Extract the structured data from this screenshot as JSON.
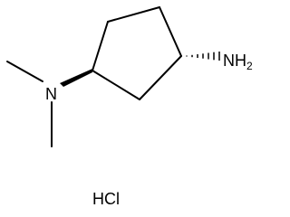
{
  "molecule": {
    "amine_label": "NH",
    "amine_subscript": "2",
    "dimethylamine_label": "N",
    "salt_label": "HCl"
  },
  "colors": {
    "ink": "#000000",
    "background": "#ffffff"
  }
}
